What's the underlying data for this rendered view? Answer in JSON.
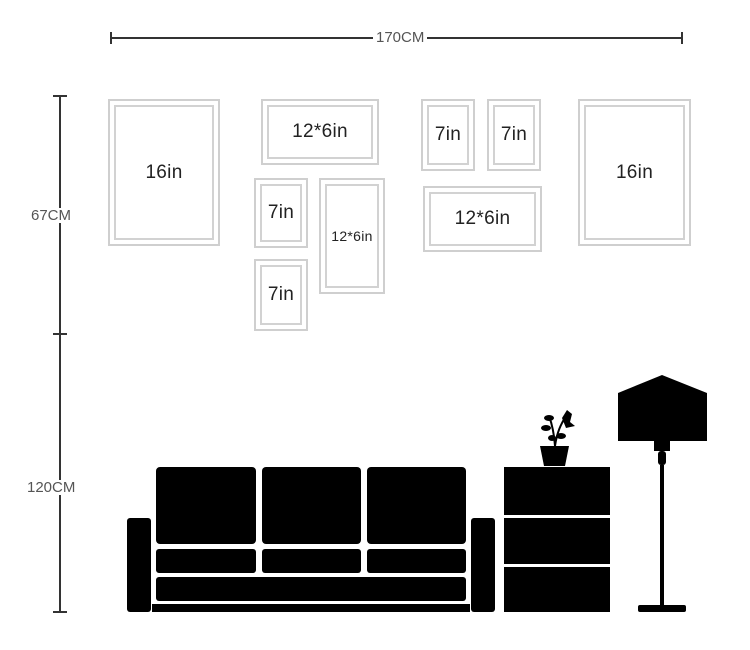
{
  "dimensions": {
    "width_label": "170CM",
    "frames_height_label": "67CM",
    "wall_height_label": "120CM"
  },
  "frames": [
    {
      "id": "f1",
      "label": "16in"
    },
    {
      "id": "f2",
      "label": "12*6in"
    },
    {
      "id": "f3",
      "label": "7in"
    },
    {
      "id": "f4",
      "label": "12*6in"
    },
    {
      "id": "f5",
      "label": "7in"
    },
    {
      "id": "f6",
      "label": "7in"
    },
    {
      "id": "f7",
      "label": "7in"
    },
    {
      "id": "f8",
      "label": "12*6in"
    },
    {
      "id": "f9",
      "label": "16in"
    }
  ],
  "colors": {
    "silhouette": "#000000",
    "frame_border": "#cfcfcf",
    "dimension_line": "#333333"
  }
}
